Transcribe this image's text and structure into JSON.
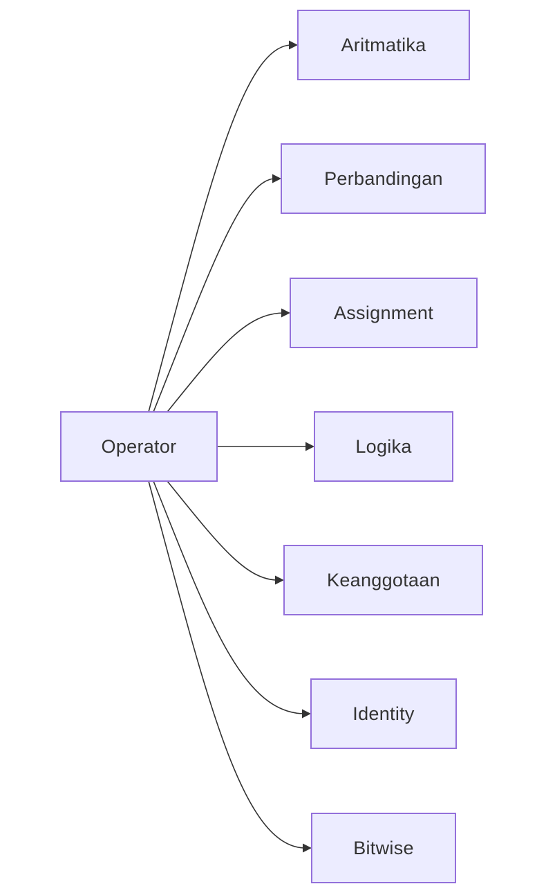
{
  "diagram": {
    "type": "flowchart",
    "direction": "left-to-right",
    "colors": {
      "node_fill": "#ececff",
      "node_border": "#9370db",
      "edge": "#333333",
      "text": "#333333"
    },
    "root": {
      "id": "operator",
      "label": "Operator"
    },
    "children": [
      {
        "id": "aritmatika",
        "label": "Aritmatika"
      },
      {
        "id": "perbandingan",
        "label": "Perbandingan"
      },
      {
        "id": "assignment",
        "label": "Assignment"
      },
      {
        "id": "logika",
        "label": "Logika"
      },
      {
        "id": "keanggotaan",
        "label": "Keanggotaan"
      },
      {
        "id": "identity",
        "label": "Identity"
      },
      {
        "id": "bitwise",
        "label": "Bitwise"
      }
    ],
    "edges": [
      {
        "from": "operator",
        "to": "aritmatika"
      },
      {
        "from": "operator",
        "to": "perbandingan"
      },
      {
        "from": "operator",
        "to": "assignment"
      },
      {
        "from": "operator",
        "to": "logika"
      },
      {
        "from": "operator",
        "to": "keanggotaan"
      },
      {
        "from": "operator",
        "to": "identity"
      },
      {
        "from": "operator",
        "to": "bitwise"
      }
    ]
  }
}
